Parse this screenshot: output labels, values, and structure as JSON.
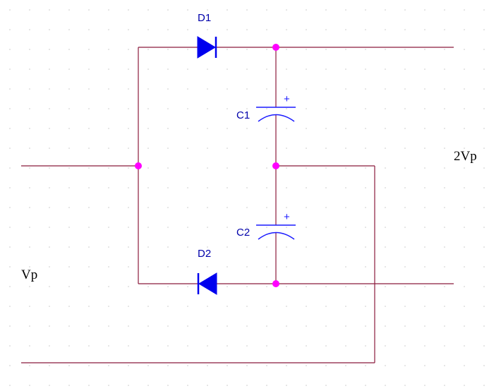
{
  "components": {
    "d1": {
      "ref": "D1"
    },
    "d2": {
      "ref": "D2"
    },
    "c1": {
      "ref": "C1",
      "polarity": "+"
    },
    "c2": {
      "ref": "C2",
      "polarity": "+"
    }
  },
  "nets": {
    "input": "Vp",
    "output": "2Vp"
  },
  "colors": {
    "wire": "#8b1a3c",
    "component": "#1a1aff",
    "node": "#ff00ff",
    "grid_dot": "#c8c8c8"
  }
}
